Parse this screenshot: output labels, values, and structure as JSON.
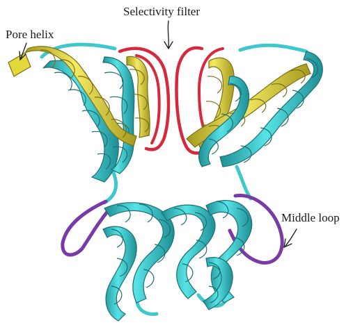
{
  "labels": {
    "selectivity_filter": "Selectivity filter",
    "pore_helix": "Pore helix",
    "middle_loop": "Middle loop"
  },
  "colors": {
    "helix": "#3ec8cc",
    "helix_dark": "#1b6f73",
    "pore_helix": "#e4d83c",
    "pore_helix_dark": "#7a7015",
    "selectivity_filter": "#d62a3c",
    "middle_loop": "#7a3aa6",
    "annotation": "#1a1a1a"
  },
  "structure": {
    "type": "protein ribbon diagram",
    "subunits": 2,
    "segments": [
      "pore-helix",
      "selectivity-filter",
      "transmembrane-helix",
      "middle-loop",
      "cytoplasmic-helix"
    ]
  }
}
